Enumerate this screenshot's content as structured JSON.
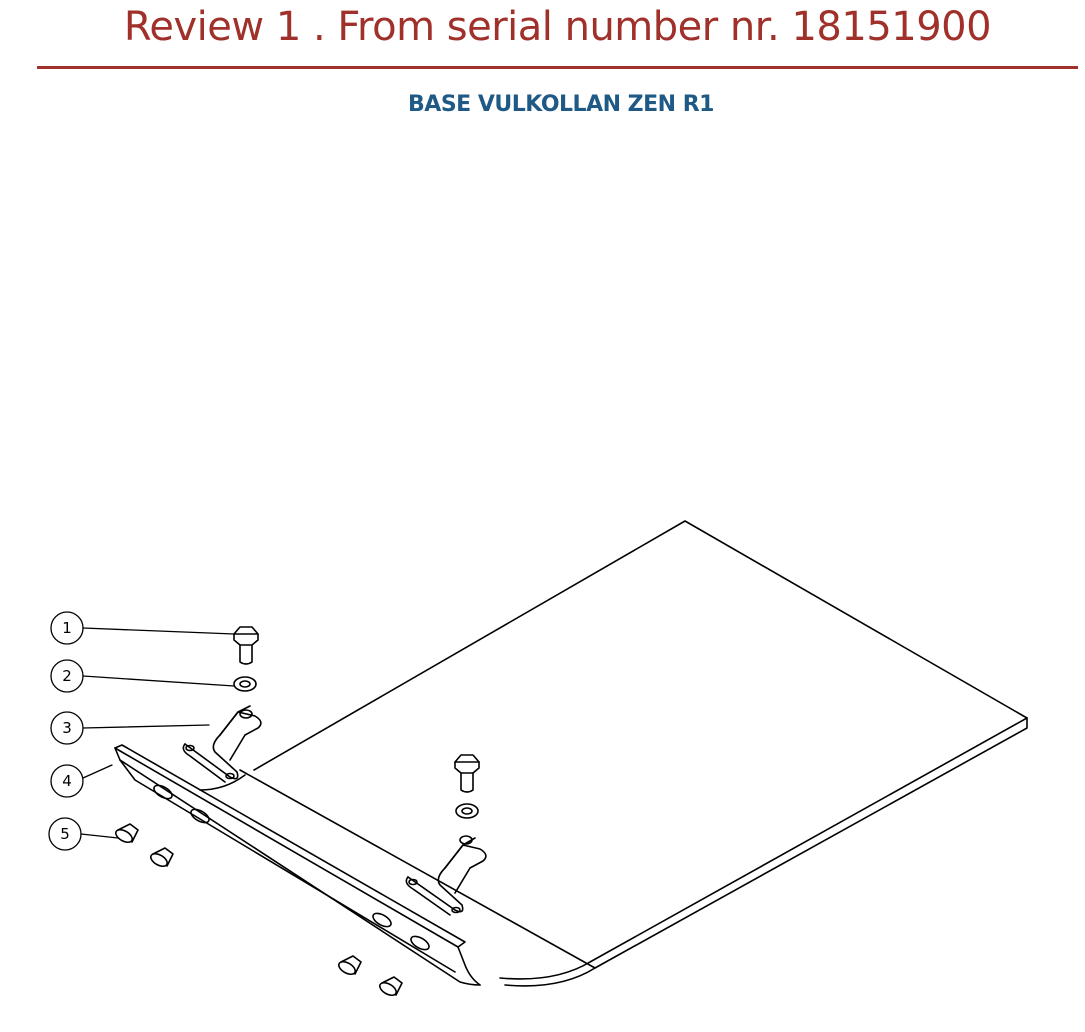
{
  "header": {
    "title": "Review 1 . From serial number nr. 18151900",
    "subtitle": "BASE VULKOLLAN ZEN R1"
  },
  "colors": {
    "title": "#a0302a",
    "subtitle": "#1f5a86",
    "line": "#000000"
  },
  "balloons": [
    {
      "label": "1"
    },
    {
      "label": "2"
    },
    {
      "label": "3"
    },
    {
      "label": "4"
    },
    {
      "label": "5"
    }
  ]
}
